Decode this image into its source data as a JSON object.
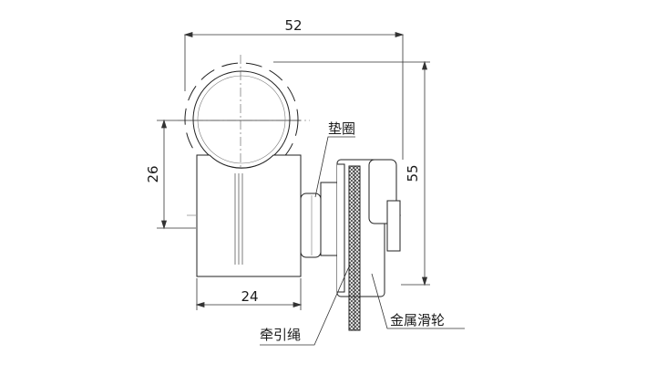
{
  "dimensions": {
    "width_top": "52",
    "height_right": "55",
    "height_left": "26",
    "width_bottom": "24"
  },
  "labels": {
    "gasket": "垫圈",
    "metal_pulley": "金属滑轮",
    "traction_rope": "牵引绳"
  }
}
